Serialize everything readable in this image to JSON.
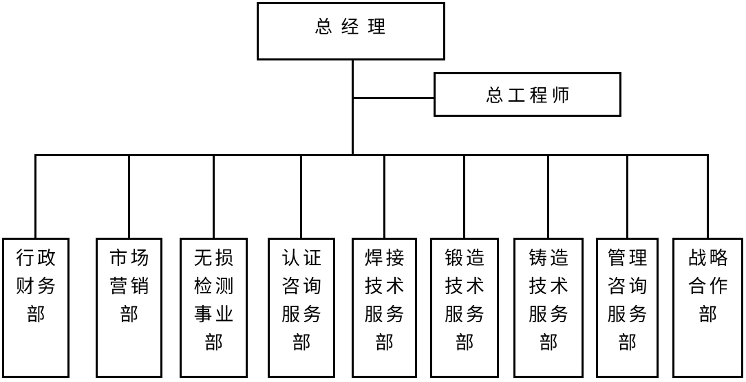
{
  "canvas": {
    "background_color": "#ffffff",
    "line_color": "#000000",
    "text_color": "#000000"
  },
  "org_chart": {
    "root": {
      "label": "总 经 理"
    },
    "staff": {
      "label": "总工程师"
    },
    "departments": [
      {
        "label": "行政财务部",
        "lines": [
          "行政",
          "财务",
          "部"
        ]
      },
      {
        "label": "市场营销部",
        "lines": [
          "市场",
          "营销",
          "部"
        ]
      },
      {
        "label": "无损检测事业部",
        "lines": [
          "无损",
          "检测",
          "事业",
          "部"
        ]
      },
      {
        "label": "认证咨询服务部",
        "lines": [
          "认证",
          "咨询",
          "服务",
          "部"
        ]
      },
      {
        "label": "焊接技术服务部",
        "lines": [
          "焊接",
          "技术",
          "服务",
          "部"
        ]
      },
      {
        "label": "锻造技术服务部",
        "lines": [
          "锻造",
          "技术",
          "服务",
          "部"
        ]
      },
      {
        "label": "铸造技术服务部",
        "lines": [
          "铸造",
          "技术",
          "服务",
          "部"
        ]
      },
      {
        "label": "管理咨询服务部",
        "lines": [
          "管理",
          "咨询",
          "服务",
          "部"
        ]
      },
      {
        "label": "战略合作部",
        "lines": [
          "战略",
          "合作",
          "部"
        ]
      }
    ]
  }
}
